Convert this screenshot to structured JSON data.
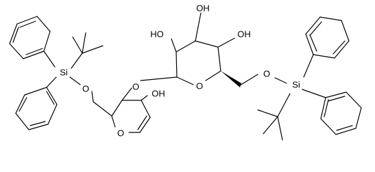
{
  "molecule": {
    "atom_labels": {
      "oh_upper_left": "HO",
      "oh_top": "OH",
      "oh_upper_right": "OH",
      "o_ring_sugar": "O",
      "o_glycosidic": "O",
      "o_ring_glucal": "O",
      "o_silyl_ether_left": "O",
      "o_silyl_ether_right": "O",
      "si_left": "Si",
      "si_right": "Si",
      "oh_glucal": "OH"
    }
  }
}
